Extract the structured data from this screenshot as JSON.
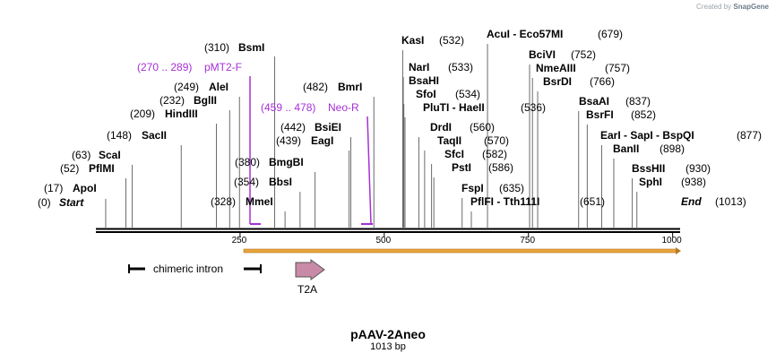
{
  "credit": {
    "prefix": "Created by",
    "brand": "SnapGene"
  },
  "map": {
    "title": "pAAV-2Aneo",
    "length_label": "1013 bp",
    "length": 1013,
    "ticks": [
      {
        "pos": 250,
        "label": "250"
      },
      {
        "pos": 500,
        "label": "500"
      },
      {
        "pos": 750,
        "label": "750"
      },
      {
        "pos": 1000,
        "label": "1000"
      }
    ],
    "sites": [
      {
        "name": "Start",
        "pos_label": "(0)",
        "pos": 0,
        "kind": "end"
      },
      {
        "name": "ApoI",
        "pos_label": "(17)",
        "pos": 17
      },
      {
        "name": "PflMI",
        "pos_label": "(52)",
        "pos": 52
      },
      {
        "name": "ScaI",
        "pos_label": "(63)",
        "pos": 63
      },
      {
        "name": "SacII",
        "pos_label": "(148)",
        "pos": 148
      },
      {
        "name": "HindIII",
        "pos_label": "(209)",
        "pos": 209
      },
      {
        "name": "BglII",
        "pos_label": "(232)",
        "pos": 232
      },
      {
        "name": "AleI",
        "pos_label": "(249)",
        "pos": 249
      },
      {
        "name": "pMT2-F",
        "pos_label": "(270 .. 289)",
        "pos": 270,
        "kind": "primer"
      },
      {
        "name": "BsmI",
        "pos_label": "(310)",
        "pos": 310
      },
      {
        "name": "MmeI",
        "pos_label": "(328)",
        "pos": 328
      },
      {
        "name": "BbsI",
        "pos_label": "(354)",
        "pos": 354
      },
      {
        "name": "BmgBI",
        "pos_label": "(380)",
        "pos": 380
      },
      {
        "name": "EagI",
        "pos_label": "(439)",
        "pos": 439
      },
      {
        "name": "BsiEI",
        "pos_label": "(442)",
        "pos": 442
      },
      {
        "name": "Neo-R",
        "pos_label": "(459 .. 478)",
        "pos": 478,
        "kind": "primer"
      },
      {
        "name": "BmrI",
        "pos_label": "(482)",
        "pos": 482
      },
      {
        "name": "KasI",
        "pos_label": "(532)",
        "pos": 532
      },
      {
        "name": "NarI",
        "pos_label": "(533)",
        "pos": 533
      },
      {
        "name": "BsaHI",
        "pos_label": "",
        "pos": 533
      },
      {
        "name": "SfoI",
        "pos_label": "(534)",
        "pos": 534
      },
      {
        "name": "PluTI  - HaeII",
        "pos_label": "(536)",
        "pos": 536
      },
      {
        "name": "DrdI",
        "pos_label": "(560)",
        "pos": 560
      },
      {
        "name": "TaqII",
        "pos_label": "(570)",
        "pos": 570
      },
      {
        "name": "SfcI",
        "pos_label": "(582)",
        "pos": 582
      },
      {
        "name": "PstI",
        "pos_label": "(586)",
        "pos": 586
      },
      {
        "name": "FspI",
        "pos_label": "(635)",
        "pos": 635
      },
      {
        "name": "PflFI  - Tth111I",
        "pos_label": "(651)",
        "pos": 651
      },
      {
        "name": "AcuI  - Eco57MI",
        "pos_label": "(679)",
        "pos": 679
      },
      {
        "name": "BciVI",
        "pos_label": "(752)",
        "pos": 752
      },
      {
        "name": "NmeAIII",
        "pos_label": "(757)",
        "pos": 757
      },
      {
        "name": "BsrDI",
        "pos_label": "(766)",
        "pos": 766
      },
      {
        "name": "BsaAI",
        "pos_label": "(837)",
        "pos": 837
      },
      {
        "name": "BsrFI",
        "pos_label": "(852)",
        "pos": 852
      },
      {
        "name": "EarI  - SapI  - BspQI",
        "pos_label": "(877)",
        "pos": 877
      },
      {
        "name": "BanII",
        "pos_label": "(898)",
        "pos": 898
      },
      {
        "name": "BssHII",
        "pos_label": "(930)",
        "pos": 930
      },
      {
        "name": "SphI",
        "pos_label": "(938)",
        "pos": 938
      },
      {
        "name": "End",
        "pos_label": "(1013)",
        "pos": 1013,
        "kind": "end"
      }
    ],
    "features": [
      {
        "name": "chimeric intron",
        "start": 59,
        "end": 232,
        "type": "intron",
        "color": "#000000"
      },
      {
        "name": "T2A",
        "start": 331,
        "end": 384,
        "type": "arrow",
        "color": "#c98aa8"
      },
      {
        "name": "",
        "start": 275,
        "end": 1013,
        "type": "orf",
        "color": "#e8a33c"
      }
    ],
    "colors": {
      "primer": "#a52fd6",
      "orf": "#e8a33c",
      "t2a": "#c98aa8"
    }
  }
}
